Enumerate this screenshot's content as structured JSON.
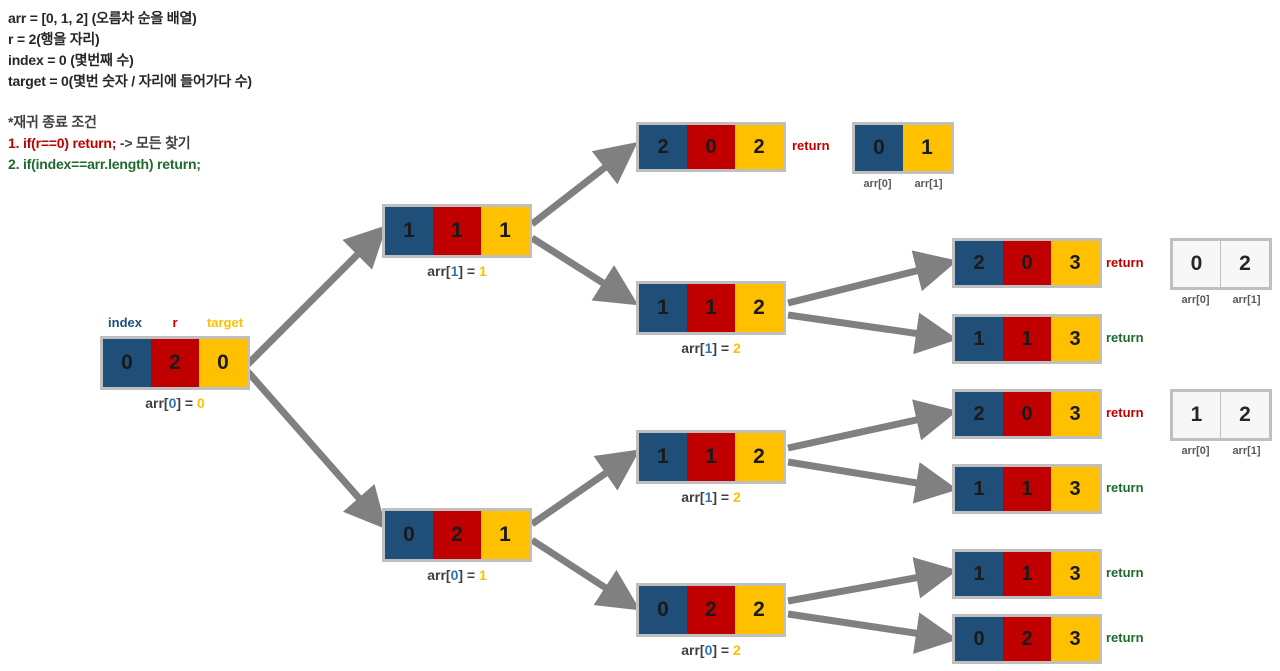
{
  "legend": {
    "lines": [
      {
        "text": "arr = [0, 1, 2] (오름차 순을 배열)",
        "style": "plain"
      },
      {
        "text": "r = 2(행을 자리)",
        "style": "plain"
      },
      {
        "text": "index = 0 (몇번째 수)",
        "style": "plain"
      },
      {
        "text": "target = 0(몇번 숫자 / 자리에 들어가다 수)",
        "style": "plain"
      }
    ],
    "rules_head": "*재귀 종료 조건",
    "rule1": "1. if(r==0) return;",
    "rule1_tail": " -> 모든 찾기",
    "rule2": "2. if(index==arr.length) return;"
  },
  "labels": {
    "index": "index",
    "r": "r",
    "target": "target",
    "return": "return",
    "arr0": "arr[0]",
    "arr1": "arr[1]"
  },
  "nodes": [
    {
      "id": "root",
      "cells": [
        "0",
        "2",
        "0"
      ],
      "caption_prefix": "arr[",
      "caption_key": "0",
      "caption_mid": "] = ",
      "caption_val": "0"
    },
    {
      "id": "n-1-1-1",
      "cells": [
        "1",
        "1",
        "1"
      ],
      "caption_prefix": "arr[",
      "caption_key": "1",
      "caption_mid": "] = ",
      "caption_val": "1"
    },
    {
      "id": "n-1-1-2",
      "cells": [
        "1",
        "1",
        "2"
      ],
      "caption_prefix": "arr[",
      "caption_key": "1",
      "caption_mid": "] = ",
      "caption_val": "2"
    },
    {
      "id": "n-0-2-1",
      "cells": [
        "0",
        "2",
        "1"
      ],
      "caption_prefix": "arr[",
      "caption_key": "0",
      "caption_mid": "] = ",
      "caption_val": "1"
    },
    {
      "id": "n-0-2-2",
      "cells": [
        "0",
        "2",
        "2"
      ],
      "caption_prefix": "arr[",
      "caption_key": "0",
      "caption_mid": "] = ",
      "caption_val": "2"
    },
    {
      "id": "n-1-1-2b",
      "cells": [
        "1",
        "1",
        "2"
      ],
      "caption_prefix": "arr[",
      "caption_key": "1",
      "caption_mid": "] = ",
      "caption_val": "2"
    },
    {
      "id": "leaf-2-0-2",
      "cells": [
        "2",
        "0",
        "2"
      ],
      "ret": "return",
      "ret_color": "red"
    },
    {
      "id": "leaf-2-0-3a",
      "cells": [
        "2",
        "0",
        "3"
      ],
      "ret": "return",
      "ret_color": "red"
    },
    {
      "id": "leaf-1-1-3a",
      "cells": [
        "1",
        "1",
        "3"
      ],
      "ret": "return",
      "ret_color": "green"
    },
    {
      "id": "leaf-2-0-3b",
      "cells": [
        "2",
        "0",
        "3"
      ],
      "ret": "return",
      "ret_color": "red"
    },
    {
      "id": "leaf-1-1-3b",
      "cells": [
        "1",
        "1",
        "3"
      ],
      "ret": "return",
      "ret_color": "green"
    },
    {
      "id": "leaf-1-1-3c",
      "cells": [
        "1",
        "1",
        "3"
      ],
      "ret": "return",
      "ret_color": "green"
    },
    {
      "id": "leaf-0-2-3",
      "cells": [
        "0",
        "2",
        "3"
      ],
      "ret": "return",
      "ret_color": "green"
    }
  ],
  "results": [
    {
      "id": "result-0-1",
      "cells": [
        "0",
        "1"
      ],
      "style": "color"
    },
    {
      "id": "result-0-2",
      "cells": [
        "0",
        "2"
      ],
      "style": "white"
    },
    {
      "id": "result-1-2",
      "cells": [
        "1",
        "2"
      ],
      "style": "white"
    }
  ],
  "colors": {
    "index_blue": "#1F4E79",
    "r_red": "#C00000",
    "target_yellow": "#FFC000",
    "edge_gray": "#808080",
    "border_gray": "#BFBFBF",
    "return_red": "#C00000",
    "return_green": "#1E6B2E"
  }
}
